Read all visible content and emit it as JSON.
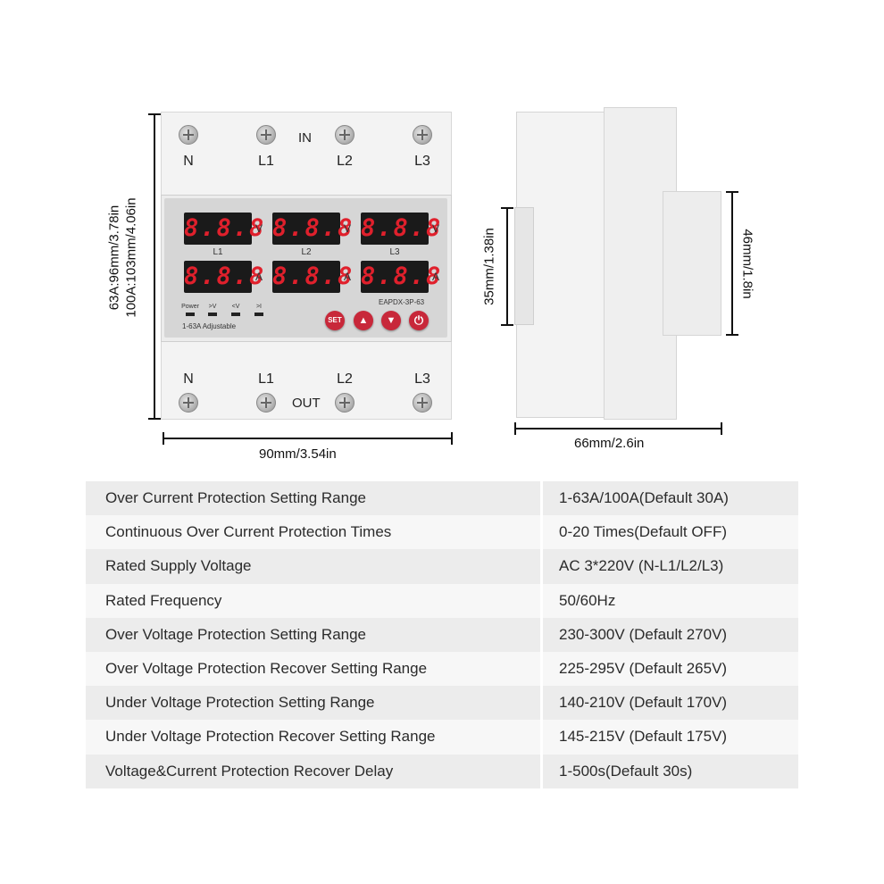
{
  "front": {
    "in_label": "IN",
    "out_label": "OUT",
    "top_terminals": [
      "N",
      "L1",
      "L2",
      "L3"
    ],
    "bottom_terminals": [
      "N",
      "L1",
      "L2",
      "L3"
    ],
    "voltage_displays": [
      "8.8.8",
      "8.8.8",
      "8.8.8"
    ],
    "current_displays": [
      "8.8.8",
      "8.8.8",
      "8.8.8"
    ],
    "voltage_unit": "V",
    "current_unit": "A",
    "channel_labels": [
      "L1",
      "L2",
      "L3"
    ],
    "model": "EAPDX-3P-63",
    "indicators": [
      "Power",
      ">V",
      "<V",
      ">I"
    ],
    "adjustable_text": "1-63A Adjustable",
    "buttons": {
      "set": "SET",
      "up": "▲",
      "down": "▼",
      "power": "⏻"
    },
    "display_color": "#e0202c",
    "button_color": "#c8283a"
  },
  "dimensions": {
    "front_height": "63A:96mm/3.78in\n100A:103mm/4.06in",
    "front_height_line1": "63A:96mm/3.78in",
    "front_height_line2": "100A:103mm/4.06in",
    "front_width": "90mm/3.54in",
    "side_clip_height": "35mm/1.38in",
    "side_knob_height": "46mm/1.8in",
    "side_depth": "66mm/2.6in"
  },
  "specs": [
    {
      "param": "Over Current Protection Setting Range",
      "value": "1-63A/100A(Default 30A)"
    },
    {
      "param": "Continuous Over Current Protection Times",
      "value": "0-20 Times(Default OFF)"
    },
    {
      "param": "Rated Supply Voltage",
      "value": "AC 3*220V (N-L1/L2/L3)"
    },
    {
      "param": "Rated Frequency",
      "value": "50/60Hz"
    },
    {
      "param": "Over Voltage Protection Setting Range",
      "value": "230-300V (Default 270V)"
    },
    {
      "param": "Over Voltage Protection Recover Setting Range",
      "value": "225-295V (Default 265V)"
    },
    {
      "param": "Under Voltage Protection Setting Range",
      "value": "140-210V (Default 170V)"
    },
    {
      "param": "Under Voltage Protection Recover Setting Range",
      "value": "145-215V (Default 175V)"
    },
    {
      "param": "Voltage&Current Protection Recover Delay",
      "value": "1-500s(Default 30s)"
    }
  ]
}
